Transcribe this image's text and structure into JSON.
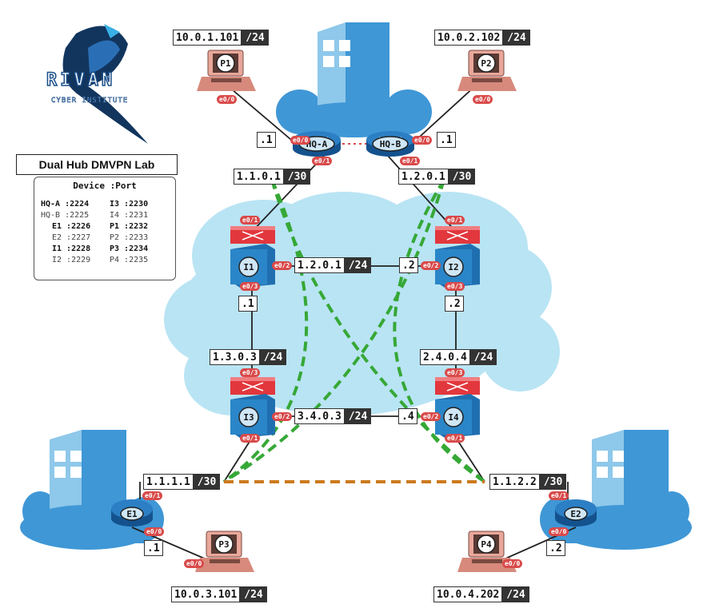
{
  "title": "Dual Hub DMVPN Lab",
  "logo": {
    "name": "RIVAN",
    "tagline": "CYBER INSTITUTE"
  },
  "legend": {
    "header": "Device :Port",
    "left": [
      {
        "text": "HQ-A :2224",
        "bold": true
      },
      {
        "text": "HQ-B :2225",
        "bold": false
      },
      {
        "text": "E1 :2226",
        "bold": true
      },
      {
        "text": "E2 :2227",
        "bold": false
      },
      {
        "text": "I1 :2228",
        "bold": true
      },
      {
        "text": "I2 :2229",
        "bold": false
      }
    ],
    "right": [
      {
        "text": "I3 :2230",
        "bold": true
      },
      {
        "text": "I4 :2231",
        "bold": false
      },
      {
        "text": "P1 :2232",
        "bold": true
      },
      {
        "text": "P2 :2233",
        "bold": false
      },
      {
        "text": "P3 :2234",
        "bold": true
      },
      {
        "text": "P4 :2235",
        "bold": false
      }
    ]
  },
  "devices": {
    "pcs": [
      "P1",
      "P2",
      "P3",
      "P4"
    ],
    "routers": [
      "HQ-A",
      "HQ-B",
      "E1",
      "E2"
    ],
    "switches": [
      "I1",
      "I2",
      "I3",
      "I4"
    ]
  },
  "labels": {
    "p1_ip": [
      "10.0.1.101",
      "/24"
    ],
    "p2_ip": [
      "10.0.2.102",
      "/24"
    ],
    "p3_ip": [
      "10.0.3.101",
      "/24"
    ],
    "p4_ip": [
      "10.0.4.202",
      "/24"
    ],
    "hqa_lan": [
      ".1"
    ],
    "hqb_lan": [
      ".1"
    ],
    "hqa_wan": [
      "1.1.0.1",
      "/30"
    ],
    "hqb_wan": [
      "1.2.0.1",
      "/30"
    ],
    "i1_i2": [
      "1.2.0.1",
      "/24"
    ],
    "i2_side": [
      ".2"
    ],
    "i1_down": [
      ".1"
    ],
    "i2_down": [
      ".2"
    ],
    "i1_i3": [
      "1.3.0.3",
      "/24"
    ],
    "i2_i4": [
      "2.4.0.4",
      "/24"
    ],
    "i3_i4": [
      "3.4.0.3",
      "/24"
    ],
    "i4_side": [
      ".4"
    ],
    "e1_wan": [
      "1.1.1.1",
      "/30"
    ],
    "e2_wan": [
      "1.1.2.2",
      "/30"
    ],
    "e1_lan": [
      ".1"
    ],
    "e2_lan": [
      ".2"
    ]
  },
  "interfaces": {
    "p1": "e0/0",
    "p2": "e0/0",
    "p3": "e0/0",
    "p4": "e0/0",
    "hqa_lan": "e0/0",
    "hqa_wan": "e0/1",
    "hqb_lan": "e0/0",
    "hqb_wan": "e0/1",
    "i1_up": "e0/1",
    "i1_side": "e0/2",
    "i1_down": "e0/3",
    "i2_up": "e0/1",
    "i2_side": "e0/2",
    "i2_down": "e0/3",
    "i3_up": "e0/3",
    "i3_side": "e0/2",
    "i3_down": "e0/1",
    "i4_up": "e0/3",
    "i4_side": "e0/2",
    "i4_down": "e0/1",
    "e1_wan": "e0/1",
    "e1_lan": "e0/0",
    "e2_wan": "e0/1",
    "e2_lan": "e0/0"
  },
  "colors": {
    "cloud": "#b9e4f4",
    "building": "#3f97d6",
    "router": "#2c7fc4",
    "switch_body": "#2a86c8",
    "firewall": "#e2373d",
    "pc": "#e8a79a",
    "tunnel_green": "#36a836",
    "tunnel_orange": "#cc7a1e",
    "port_pill": "#d94a4a"
  }
}
